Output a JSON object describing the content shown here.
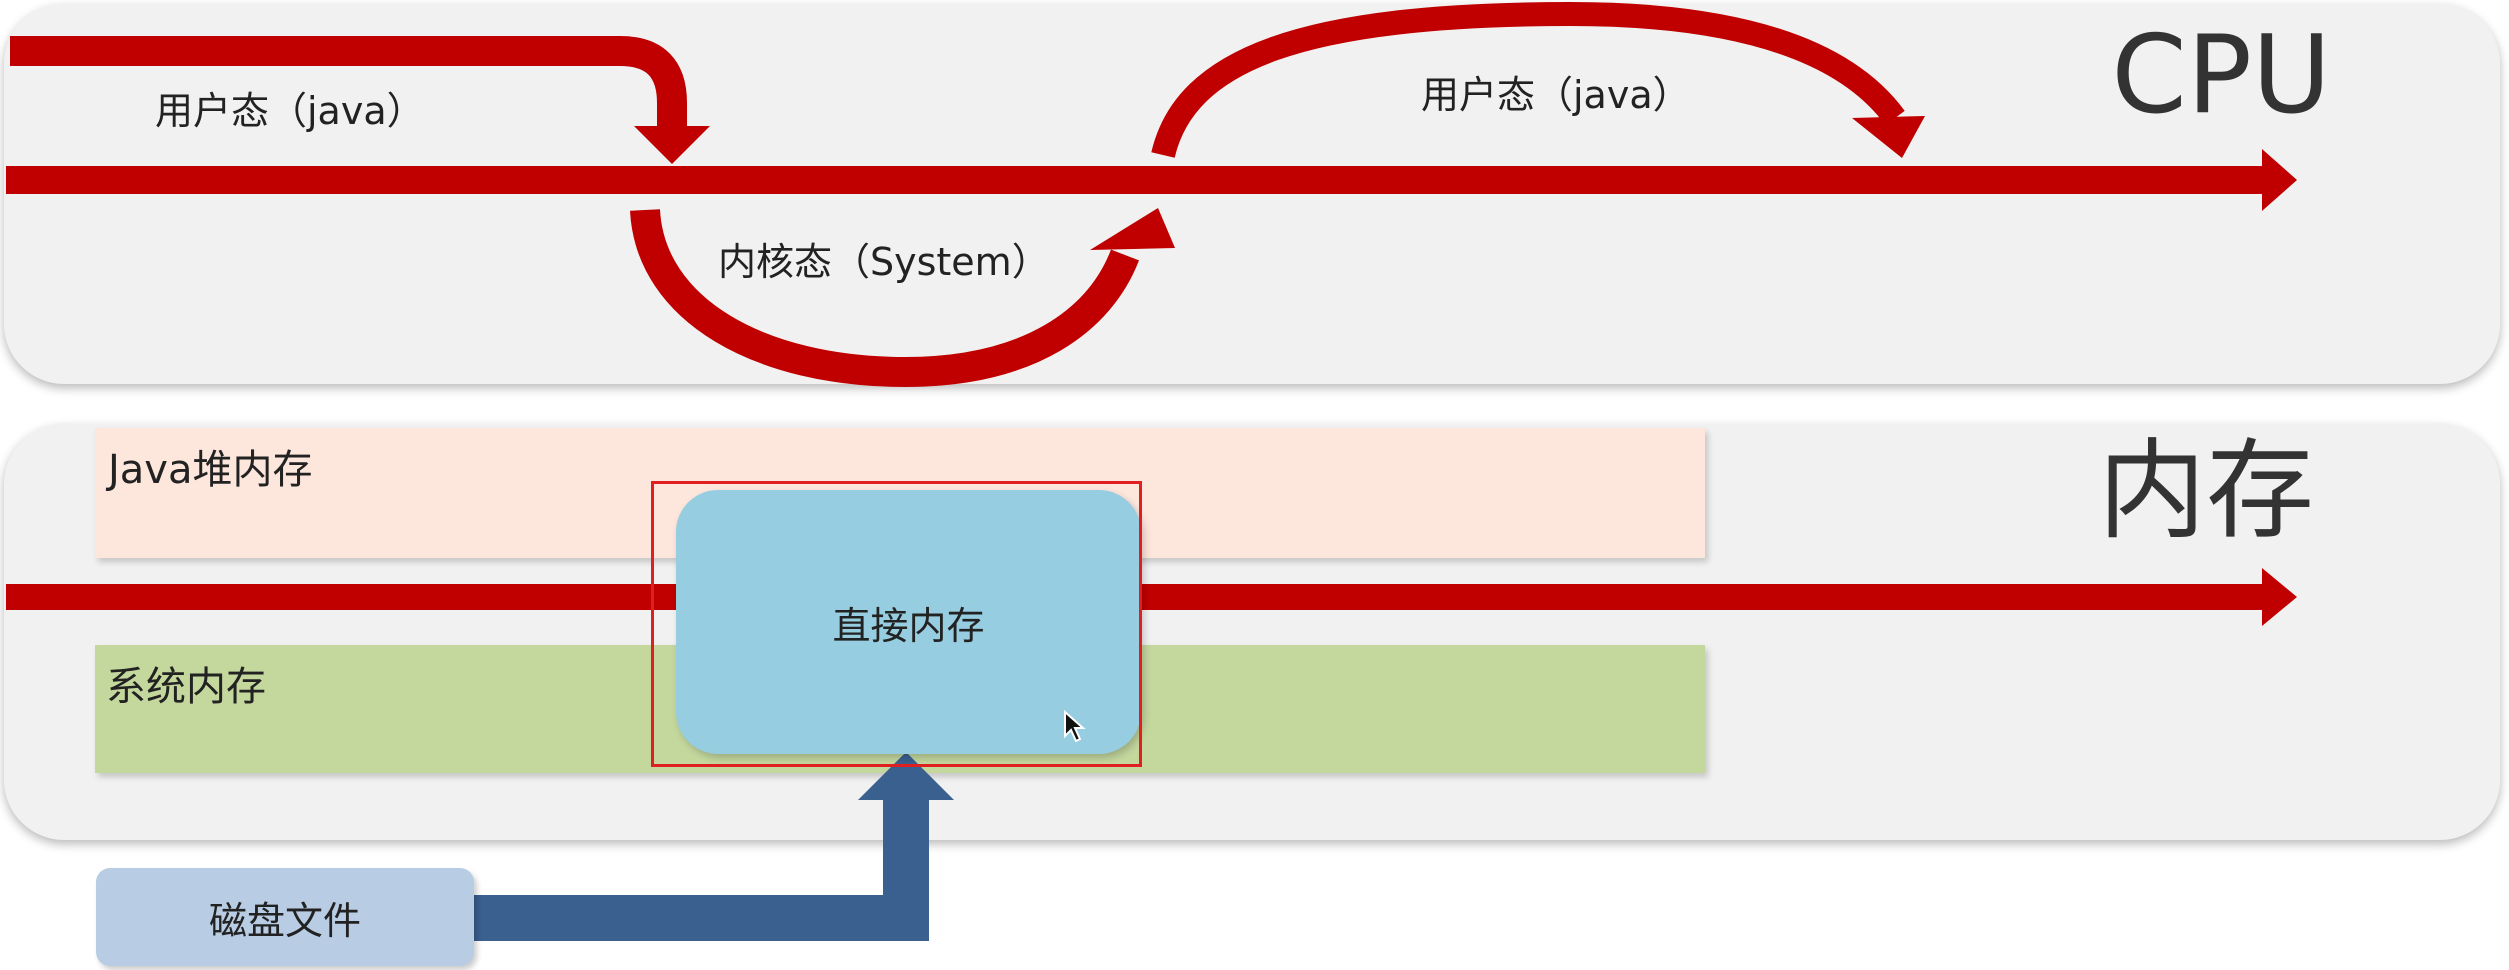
{
  "cpu": {
    "title": "CPU",
    "user_mode_label_1": "用户态（java）",
    "kernel_mode_label": "内核态（System）",
    "user_mode_label_2": "用户态（java）"
  },
  "memory": {
    "title": "内存",
    "java_heap_label": "Java堆内存",
    "system_memory_label": "系统内存",
    "direct_memory_label": "直接内存"
  },
  "disk": {
    "label": "磁盘文件"
  },
  "colors": {
    "flow_red": "#c00000",
    "disk_arrow_blue": "#3a6090",
    "highlight_red": "#e02020",
    "java_heap": "#fde6dc",
    "system_memory": "#c4d89e",
    "direct_memory": "#96cde0",
    "disk_file": "#b8cce4"
  }
}
